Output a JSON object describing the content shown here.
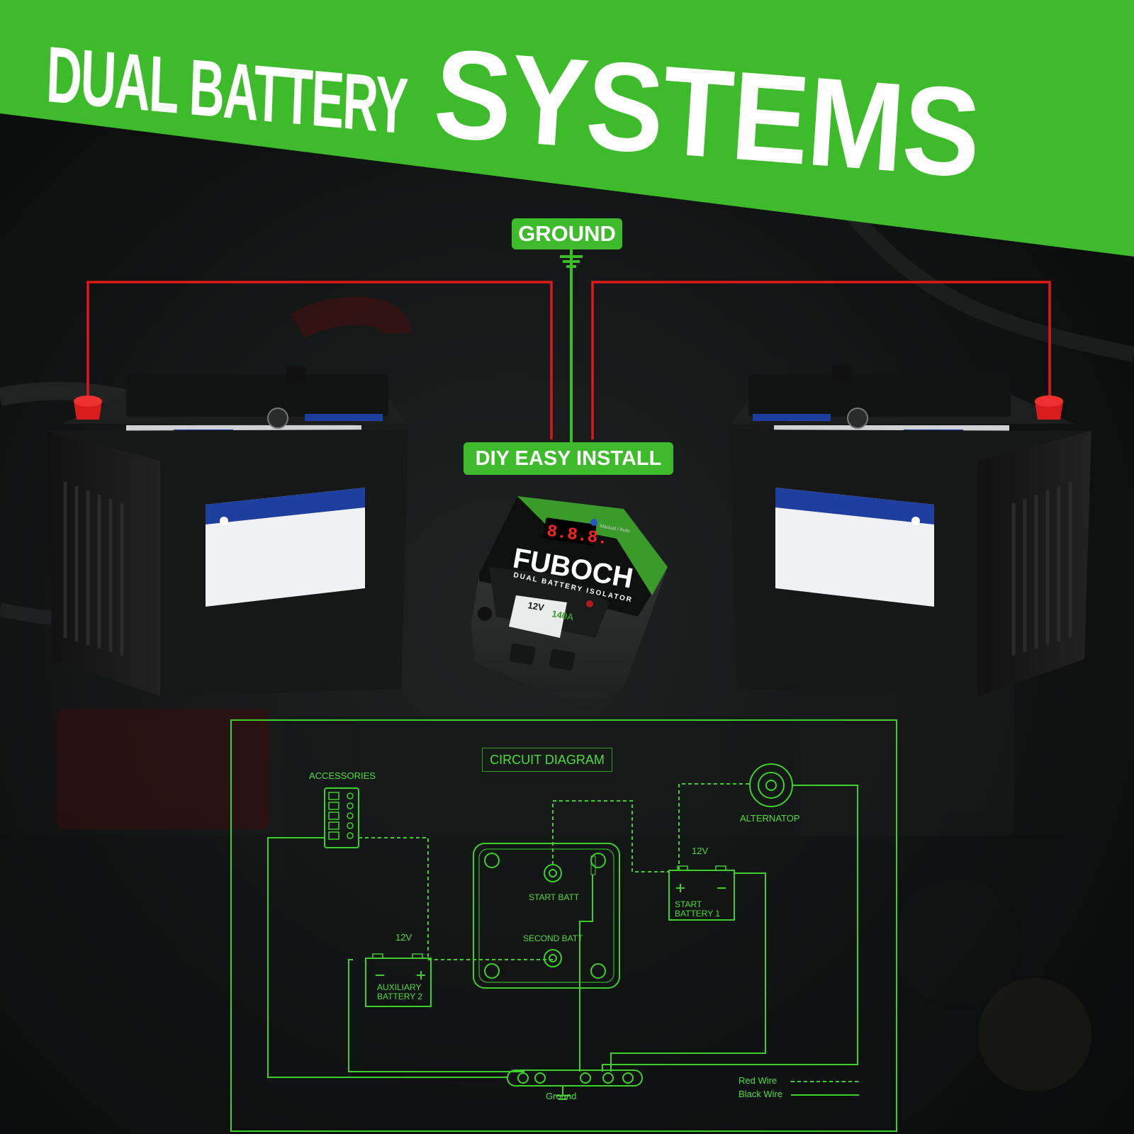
{
  "header": {
    "title_part1": "DUAL BATTERY",
    "title_part2": "SYSTEMS",
    "banner_color": "#3dbb2b"
  },
  "callouts": {
    "ground": "GROUND",
    "diy": "DIY EASY INSTALL"
  },
  "isolator": {
    "display": "8.8.8.",
    "brand": "FUBOCH",
    "subtitle": "DUAL BATTERY ISOLATOR",
    "voltage": "12V",
    "current": "140A",
    "mode_label": "Manual / Auto"
  },
  "diagram": {
    "title": "CIRCUIT DIAGRAM",
    "accessories": "ACCESSORIES",
    "alternator": "ALTERNATOP",
    "start_batt_terminal": "START BATT",
    "second_batt_terminal": "SECOND BATT",
    "start_battery_voltage": "12V",
    "start_battery_line1": "START",
    "start_battery_line2": "BATTERY 1",
    "aux_battery_voltage": "12V",
    "aux_battery_line1": "AUXILIARY",
    "aux_battery_line2": "BATTERY 2",
    "ground": "Ground",
    "legend_red": "Red Wire",
    "legend_black": "Black Wire",
    "line_color": "#3fcf2d"
  },
  "colors": {
    "red_wire": "#e01818",
    "green_wire": "#3dbb2b",
    "battery_blue": "#1f3f9e"
  }
}
